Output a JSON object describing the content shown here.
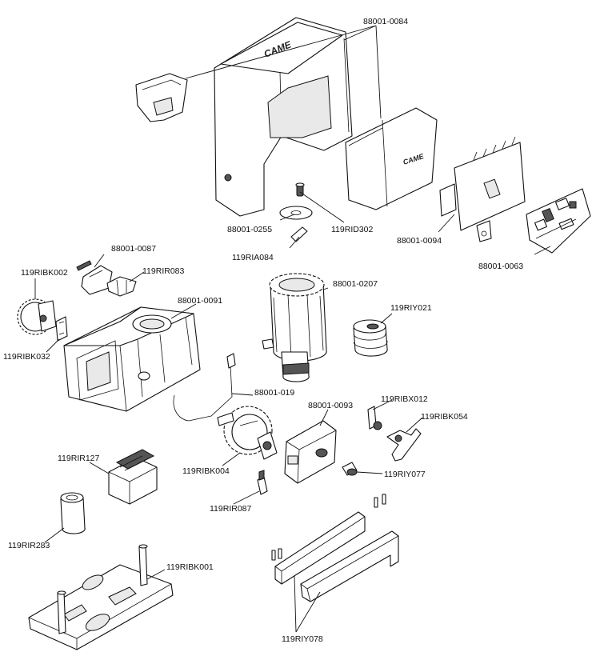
{
  "diagram": {
    "brand_text": "CAME",
    "labels": {
      "cover": "88001-0084",
      "washer": "88001-0255",
      "stud": "119RID302",
      "key": "119RIA084",
      "plate": "88001-0094",
      "board": "88001-0063",
      "clip_block": "88001-0087",
      "terminal": "119RIR083",
      "gear_pinion": "119RIBK002",
      "housing": "88001-0091",
      "bracket_small": "119RIBK032",
      "motor": "88001-0207",
      "encoder": "119RIY021",
      "gasket": "88001-019",
      "release_cap": "88001-0093",
      "pin_bx": "119RIBX012",
      "lever": "119RIBK054",
      "worm_gear": "119RIBK004",
      "knob": "119RIY077",
      "transformer": "119RIR127",
      "fuse": "119RIR087",
      "capacitor": "119RIR283",
      "base_plate": "119RIBK001",
      "rack_bars": "119RIY078"
    }
  }
}
